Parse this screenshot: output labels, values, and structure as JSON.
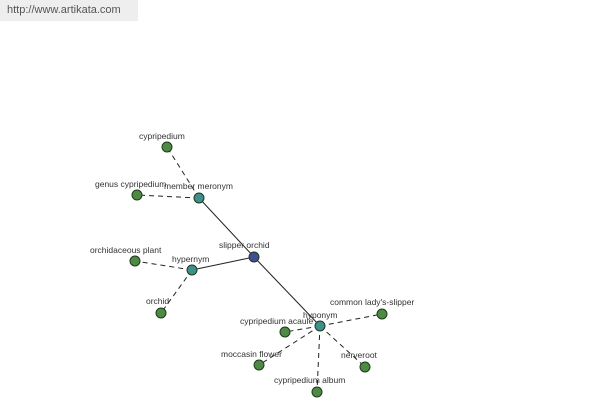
{
  "header": {
    "url": "http://www.artikata.com"
  },
  "colors": {
    "center": "#3f4f8f",
    "relation": "#3f8f8c",
    "leaf": "#4f8a45"
  },
  "graph": {
    "center": {
      "label": "slipper orchid"
    },
    "relations": [
      {
        "label": "member meronym"
      },
      {
        "label": "hypernym"
      },
      {
        "label": "hyponym"
      }
    ],
    "leaves": [
      {
        "label": "cypripedium"
      },
      {
        "label": "genus cypripedium"
      },
      {
        "label": "orchidaceous plant"
      },
      {
        "label": "orchid"
      },
      {
        "label": "common lady's-slipper"
      },
      {
        "label": "cypripedium acaule"
      },
      {
        "label": "moccasin flower"
      },
      {
        "label": "nerveroot"
      },
      {
        "label": "cypripedium album"
      }
    ]
  }
}
